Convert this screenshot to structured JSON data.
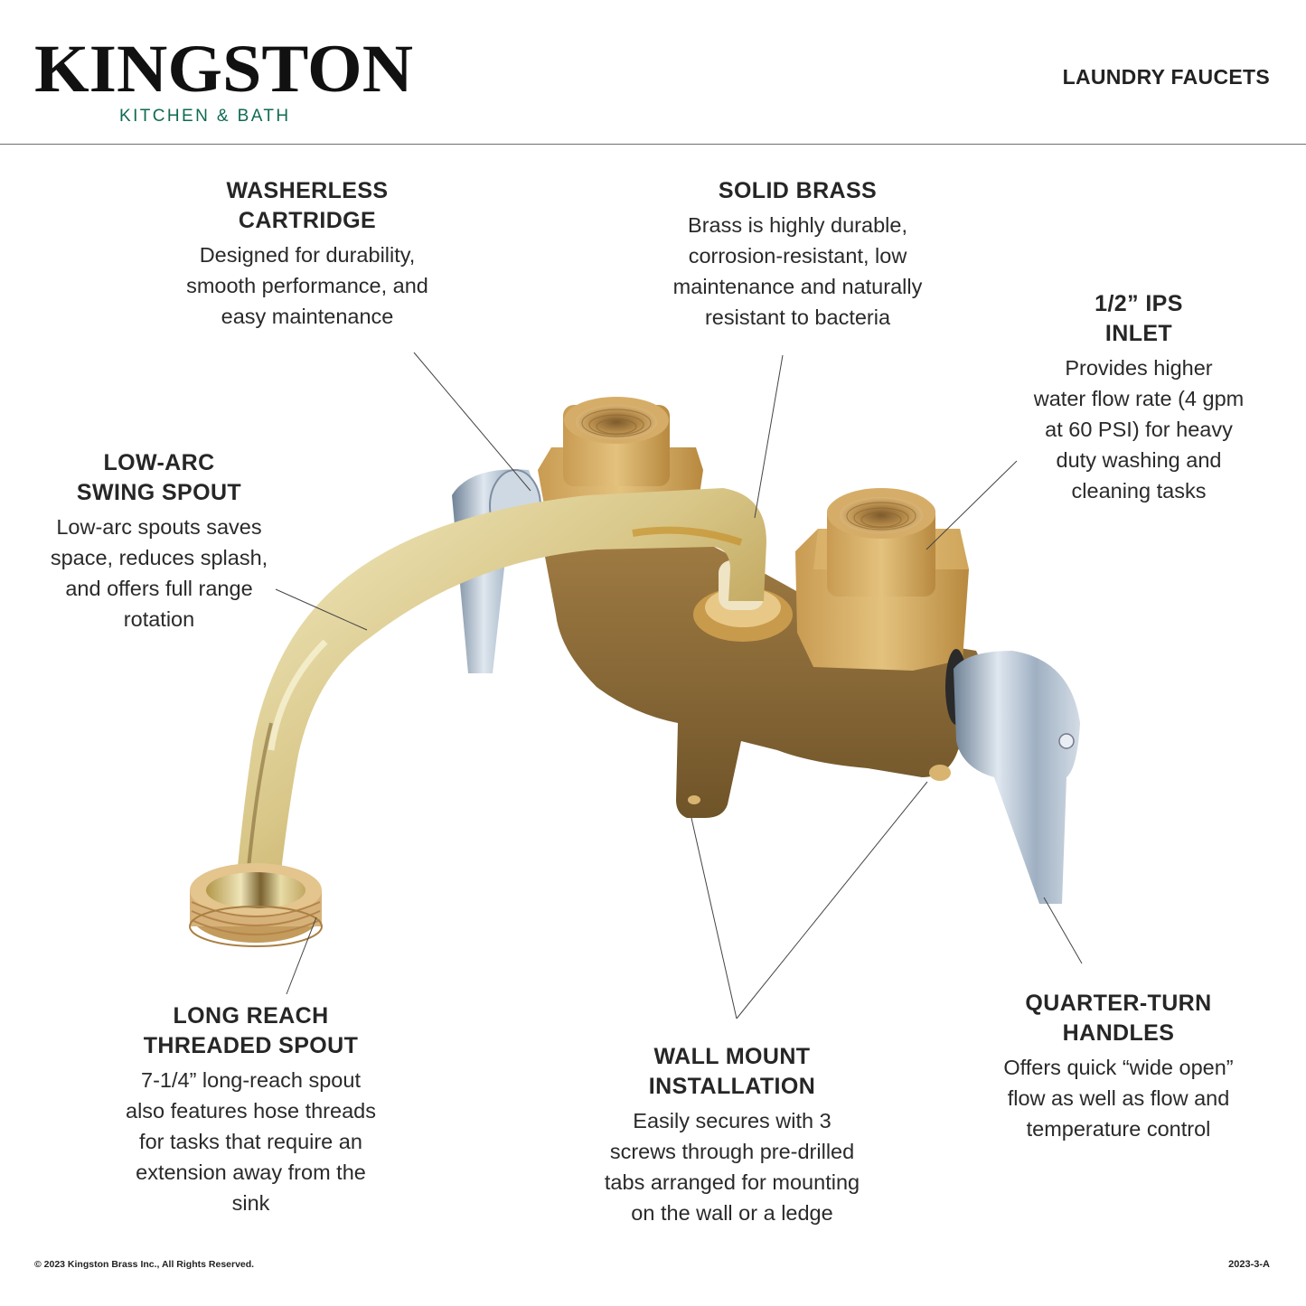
{
  "header": {
    "brand_name": "KINGSTON",
    "brand_subtitle": "KITCHEN & BATH",
    "category": "LAUNDRY FAUCETS"
  },
  "colors": {
    "brand_green": "#0f6a52",
    "text_dark": "#262626",
    "divider": "#6f6f6f",
    "polished_brass": "#d9c98a",
    "raw_brass": "#b08848",
    "chrome": "#b9c6d3"
  },
  "product_image": {
    "subject": "Wall-mount laundry faucet with polished brass swing spout, raw brass body and chrome lever handles"
  },
  "callouts": [
    {
      "id": "washerless-cartridge",
      "title_lines": [
        "WASHERLESS",
        "CARTRIDGE"
      ],
      "description_lines": [
        "Designed for durability,",
        "smooth performance, and",
        "easy maintenance"
      ]
    },
    {
      "id": "solid-brass",
      "title_lines": [
        "SOLID BRASS"
      ],
      "description_lines": [
        "Brass is highly durable,",
        "corrosion-resistant, low",
        "maintenance and naturally",
        "resistant to bacteria"
      ]
    },
    {
      "id": "ips-inlet",
      "title_lines": [
        "1/2” IPS",
        "INLET"
      ],
      "description_lines": [
        "Provides higher",
        "water flow rate  (4 gpm",
        "at 60 PSI) for heavy",
        "duty washing and",
        "cleaning tasks"
      ]
    },
    {
      "id": "low-arc-swing-spout",
      "title_lines": [
        "LOW-ARC",
        "SWING SPOUT"
      ],
      "description_lines": [
        "Low-arc spouts saves",
        "space, reduces splash,",
        "and offers full range",
        "rotation"
      ]
    },
    {
      "id": "long-reach-threaded-spout",
      "title_lines": [
        "LONG REACH",
        "THREADED SPOUT"
      ],
      "description_lines": [
        "7-1/4” long-reach spout",
        "also features hose threads",
        "for tasks that require an",
        "extension away from the",
        "sink"
      ]
    },
    {
      "id": "wall-mount-installation",
      "title_lines": [
        "WALL MOUNT",
        "INSTALLATION"
      ],
      "description_lines": [
        "Easily secures with 3",
        "screws through pre-drilled",
        "tabs arranged for mounting",
        "on the wall or a ledge"
      ]
    },
    {
      "id": "quarter-turn-handles",
      "title_lines": [
        "QUARTER-TURN",
        "HANDLES"
      ],
      "description_lines": [
        "Offers quick “wide open”",
        "flow as well as flow and",
        "temperature control"
      ]
    }
  ],
  "footer": {
    "copyright": "© 2023 Kingston Brass Inc., All Rights Reserved.",
    "code": "2023-3-A"
  }
}
